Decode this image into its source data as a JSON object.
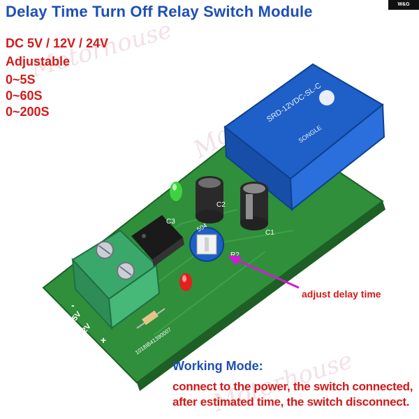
{
  "title": "Delay Time Turn Off Relay Switch Module",
  "badge": "W&G",
  "specs": {
    "voltage": "DC 5V / 12V / 24V",
    "adjustable": "Adjustable",
    "range1": "0~5S",
    "range2": "0~60S",
    "range3": "0~200S"
  },
  "annotation": "adjust delay time",
  "working_mode": {
    "heading": "Working Mode:",
    "line1": "connect to the power, the switch connected,",
    "line2": "after estimated time, the switch disconnect."
  },
  "board_labels": {
    "relay_model": "SRD-12VDC-SL-C",
    "relay_brand": "SONGLE",
    "pot": "504",
    "terminal_5v": "5V",
    "terminal_12v": "12V",
    "terminal_plus": "+",
    "terminal_minus": "-",
    "cap_c1": "C1",
    "cap_c2": "C2",
    "cap_c3": "C3",
    "r2": "R2",
    "serial": "1018IB41390007"
  },
  "watermark": "Motorhouse",
  "colors": {
    "title_blue": "#1f4fb5",
    "spec_red": "#d11a1a",
    "pcb_green": "#2f8f3a",
    "relay_blue": "#1e5fc8",
    "terminal_green": "#3aa86a",
    "arrow_magenta": "#d21ad6"
  }
}
